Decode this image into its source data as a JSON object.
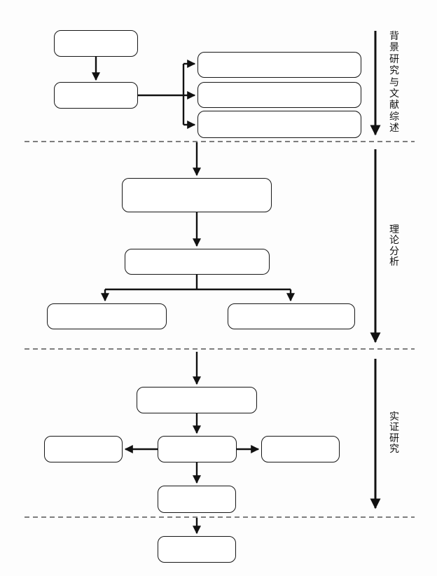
{
  "diagram": {
    "type": "flowchart",
    "orientation": "top-down",
    "all_nodes_blank": true,
    "colors": {
      "background": "#fdfdfd",
      "node_fill": "#ffffff",
      "node_border": "#161616",
      "connector": "#111111",
      "separator": "#555555",
      "label_text": "#111111"
    },
    "sections": [
      {
        "name": "背景研究与文献综述",
        "node_count": 5
      },
      {
        "name": "理论分析",
        "node_count": 4
      },
      {
        "name": "实证研究",
        "node_count": 5
      },
      {
        "name": "",
        "node_count": 1
      }
    ],
    "separator_style": "dashed",
    "separator_count": 3,
    "side_arrow_count": 3
  }
}
